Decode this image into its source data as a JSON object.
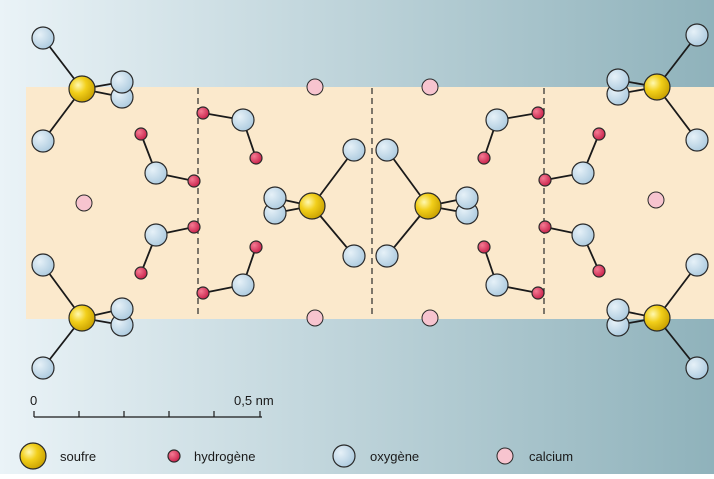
{
  "scale_bar": {
    "start_label": "0",
    "end_label": "0,5 nm"
  },
  "legend": [
    {
      "label": "soufre",
      "atom": "sulfur"
    },
    {
      "label": "hydrogène",
      "atom": "hydrogen"
    },
    {
      "label": "oxygène",
      "atom": "oxygen"
    },
    {
      "label": "calcium",
      "atom": "calcium"
    }
  ],
  "colors": {
    "background_left": "#eaf3f7",
    "background_right": "#8fb2bb",
    "layer_band": "#fbe9cc",
    "sulfur": "#f2cf1a",
    "hydrogen": "#df3a5e",
    "oxygen": "#bed8ea",
    "calcium": "#f7c4cf",
    "bond": "#1a1a1a"
  }
}
